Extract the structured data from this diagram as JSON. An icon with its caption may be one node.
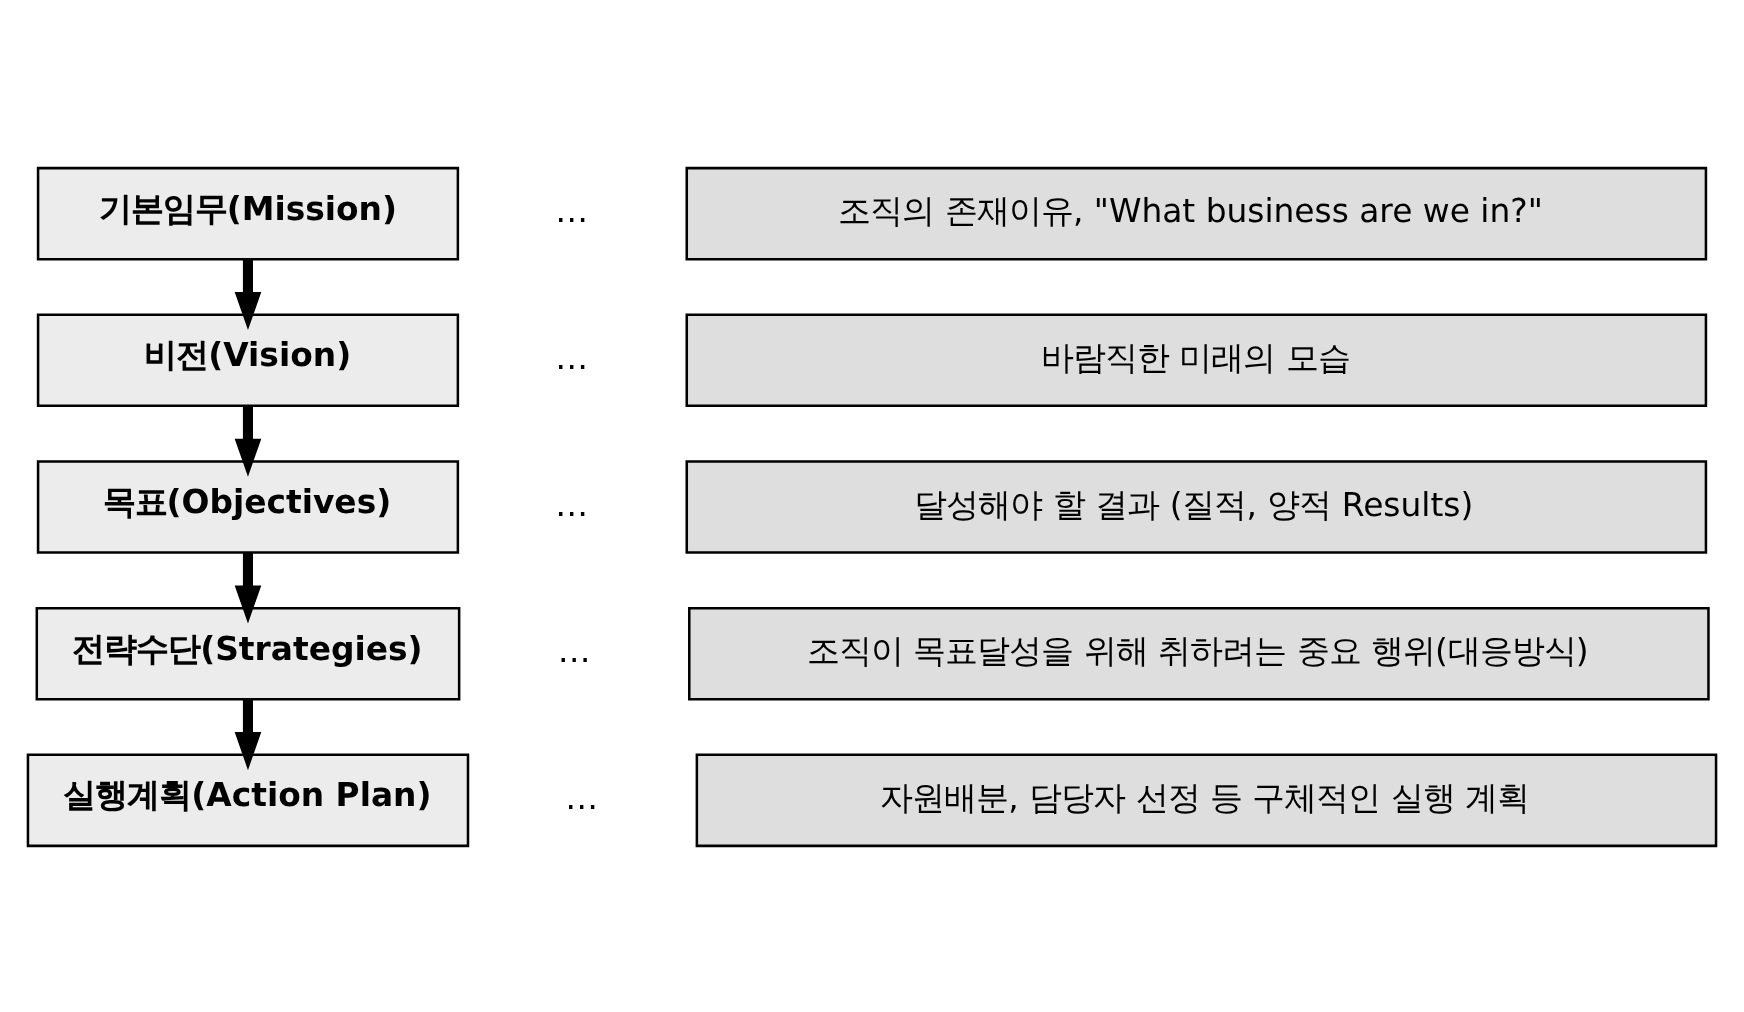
{
  "diagram": {
    "nodes": [
      {
        "text": [
          "기본임무(Mission)"
        ]
      },
      {
        "text": [
          "조직의 존재이유, \"What business are we in?\""
        ]
      },
      {
        "text": [
          "비전(Vision)"
        ]
      },
      {
        "text": [
          "바람직한 미래의 모습"
        ]
      },
      {
        "text": [
          "목표(Objectives)"
        ]
      },
      {
        "text": [
          "달성해야 할 결과 (질적, 양적 Results)"
        ]
      },
      {
        "text": [
          "전략수단(Strategies)"
        ]
      },
      {
        "text": [
          "조직이 목표달성을 위해 취하려는 중요 행위(대응방식)"
        ]
      },
      {
        "text": [
          "실행계획(Action Plan)"
        ]
      },
      {
        "text": [
          "자원배분, 담당자 선정 등 구체적인 실행 계획"
        ]
      }
    ],
    "edges": [
      {
        "from": 0,
        "to": 2,
        "arrow": "to"
      },
      {
        "from": 2,
        "to": 4,
        "arrow": "to"
      },
      {
        "from": 4,
        "to": 6,
        "arrow": "to"
      },
      {
        "from": 6,
        "to": 8,
        "arrow": "to"
      }
    ],
    "labels": [
      "…",
      "…",
      "…",
      "…",
      "…"
    ]
  }
}
